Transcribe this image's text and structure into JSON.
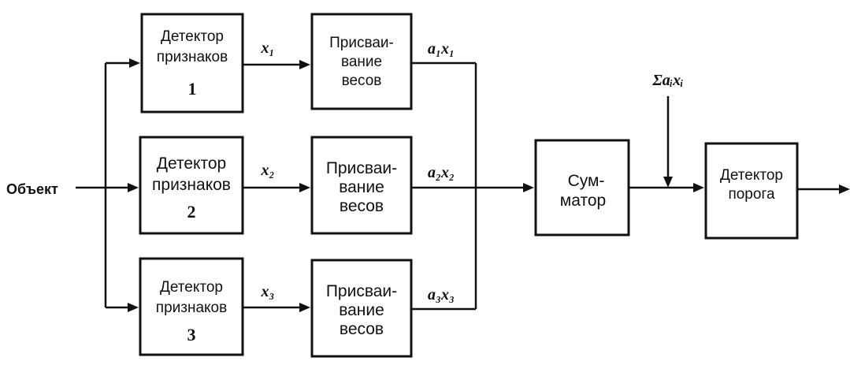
{
  "input": {
    "label": "Объект"
  },
  "detectors": [
    {
      "line1": "Детектор",
      "line2": "признаков",
      "number": "1",
      "signal": "x₁"
    },
    {
      "line1": "Детектор",
      "line2": "признаков",
      "number": "2",
      "signal": "x₂"
    },
    {
      "line1": "Детектор",
      "line2": "признаков",
      "number": "3",
      "signal": "x₃"
    }
  ],
  "weights": [
    {
      "line1": "Присваи-",
      "line2": "вание",
      "line3": "весов",
      "output": "a₁x₁"
    },
    {
      "line1": "Присваи-",
      "line2": "вание",
      "line3": "весов",
      "output": "a₂x₂"
    },
    {
      "line1": "Присваи-",
      "line2": "вание",
      "line3": "весов",
      "output": "a₃x₃"
    }
  ],
  "adder": {
    "line1": "Сум-",
    "line2": "матор"
  },
  "sum_label": "Σaᵢxᵢ",
  "threshold": {
    "line1": "Детектор",
    "line2": "порога"
  }
}
